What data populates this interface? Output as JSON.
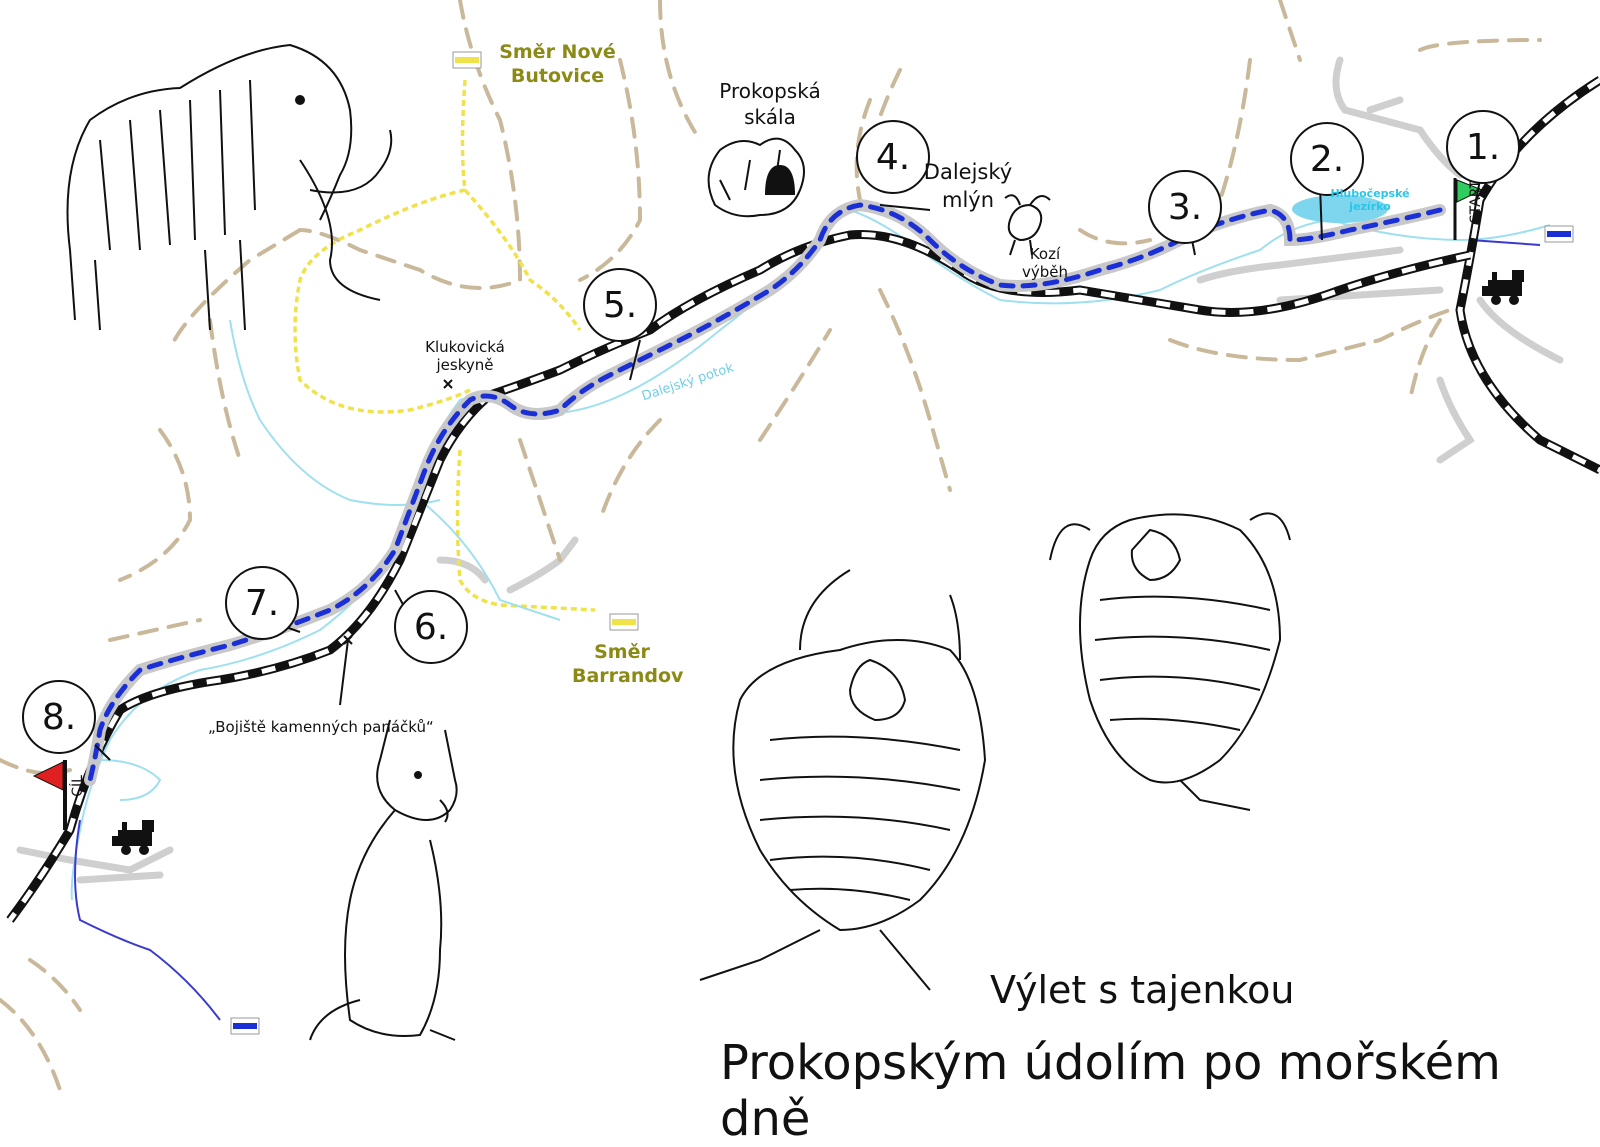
{
  "title": {
    "line1": "Výlet s tajenkou",
    "line2": "Prokopským údolím po mořském dně"
  },
  "stops": [
    {
      "number": "1."
    },
    {
      "number": "2."
    },
    {
      "number": "3."
    },
    {
      "number": "4."
    },
    {
      "number": "5."
    },
    {
      "number": "6."
    },
    {
      "number": "7."
    },
    {
      "number": "8."
    }
  ],
  "places": {
    "prokopska_skala": "Prokopská skála",
    "dalejsky_mlyn": "Dalejský mlýn",
    "kozi_vybeh": "Kozí výběh",
    "klukovicka_jeskyne": "Klukovická jeskyně",
    "hlubocepske_jezirko": "Hlubočepské jezírko",
    "dalejsky_potok": "Dalejský potok",
    "bojiste": "„Bojiště kamenných panáčků“"
  },
  "directions": {
    "nove_butovice": "Směr Nové Butovice",
    "barrandov": "Směr Barrandov"
  },
  "markers": {
    "start": "START",
    "cil": "CÍL"
  },
  "colors": {
    "route": "#1a2fd6",
    "stream": "#8fdcef",
    "railway": "#111111",
    "footpath": "#c9b89a",
    "yellow_trail": "#f0e24a",
    "road": "#c8c8c8",
    "start_flag": "#2fcc5e",
    "finish_flag": "#e02020"
  },
  "icons": [
    "train-icon",
    "start-flag-icon",
    "finish-flag-icon",
    "yellow-trail-marker-icon",
    "blue-trail-marker-icon",
    "mammoth-illustration",
    "trilobite-illustration",
    "dog-illustration",
    "goat-icon",
    "rock-icon",
    "cave-icon"
  ]
}
